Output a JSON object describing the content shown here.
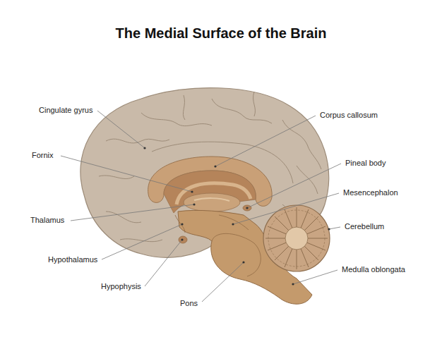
{
  "diagram": {
    "title": "The Medial Surface of the Brain",
    "labels": [
      "Cingulate gyrus",
      "Fornix",
      "Thalamus",
      "Hypothalamus",
      "Hypophysis",
      "Pons",
      "Corpus callosum",
      "Pineal body",
      "Mesencephalon",
      "Cerebellum",
      "Medulla oblongata"
    ]
  }
}
